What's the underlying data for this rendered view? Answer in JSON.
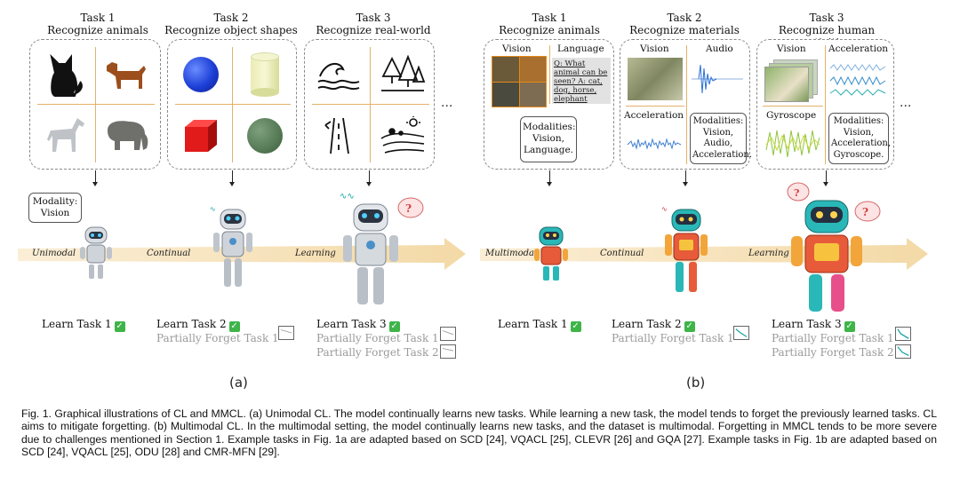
{
  "panel_a": {
    "tasks": [
      {
        "title": "Task 1",
        "subtitle": "Recognize animals"
      },
      {
        "title": "Task 2",
        "subtitle": "Recognize object shapes"
      },
      {
        "title": "Task 3",
        "subtitle": "Recognize real-world scenes"
      }
    ],
    "modality_box": "Modality:\nVision",
    "timeline_words": [
      "Unimodal",
      "Continual",
      "Learning"
    ],
    "learn": [
      {
        "learn": "Learn Task 1",
        "forget": []
      },
      {
        "learn": "Learn Task 2",
        "forget": [
          "Partially Forget Task 1"
        ]
      },
      {
        "learn": "Learn Task 3",
        "forget": [
          "Partially Forget Task 1",
          "Partially Forget Task 2"
        ]
      }
    ],
    "label": "(a)",
    "ellipsis": "..."
  },
  "panel_b": {
    "tasks": [
      {
        "title": "Task 1",
        "subtitle": "Recognize animals"
      },
      {
        "title": "Task 2",
        "subtitle": "Recognize materials"
      },
      {
        "title": "Task 3",
        "subtitle": "Recognize human activities"
      }
    ],
    "task1": {
      "vision": "Vision",
      "language": "Language",
      "qa": "Q: What animal can be seen? A: cat, dog, horse, elephant",
      "modalities": "Modalities:\nVision,\nLanguage."
    },
    "task2": {
      "vision": "Vision",
      "audio": "Audio",
      "acceleration": "Acceleration",
      "modalities": "Modalities:\nVision,\nAudio,\nAcceleration."
    },
    "task3": {
      "vision": "Vision",
      "acceleration": "Acceleration",
      "gyroscope": "Gyroscope",
      "modalities": "Modalities:\nVision,\nAcceleration,\nGyroscope."
    },
    "timeline_words": [
      "Multimodal",
      "Continual",
      "Learning"
    ],
    "learn": [
      {
        "learn": "Learn Task 1",
        "forget": []
      },
      {
        "learn": "Learn Task 2",
        "forget": [
          "Partially Forget Task 1"
        ]
      },
      {
        "learn": "Learn Task 3",
        "forget": [
          "Partially Forget Task 1",
          "Partially Forget Task 2"
        ]
      }
    ],
    "label": "(b)",
    "ellipsis": "..."
  },
  "caption": "Fig. 1. Graphical illustrations of CL and MMCL. (a) Unimodal CL. The model continually learns new tasks. While learning a new task, the model tends to forget the previously learned tasks. CL aims to mitigate forgetting. (b) Multimodal CL. In the multimodal setting, the model continually learns new tasks, and the dataset is multimodal. Forgetting in MMCL tends to be more severe due to challenges mentioned in Section 1. Example tasks in Fig. 1a are adapted based on SCD [24], VQACL [25], CLEVR [26] and GQA [27]. Example tasks in Fig. 1b are adapted based on SCD [24], VQACL [25], ODU [28] and CMR-MFN [29].",
  "colors": {
    "check": "#3eb449",
    "timeline": "#f5deb0",
    "divider": "#e6b06a",
    "teal": "#1aa6a6"
  }
}
